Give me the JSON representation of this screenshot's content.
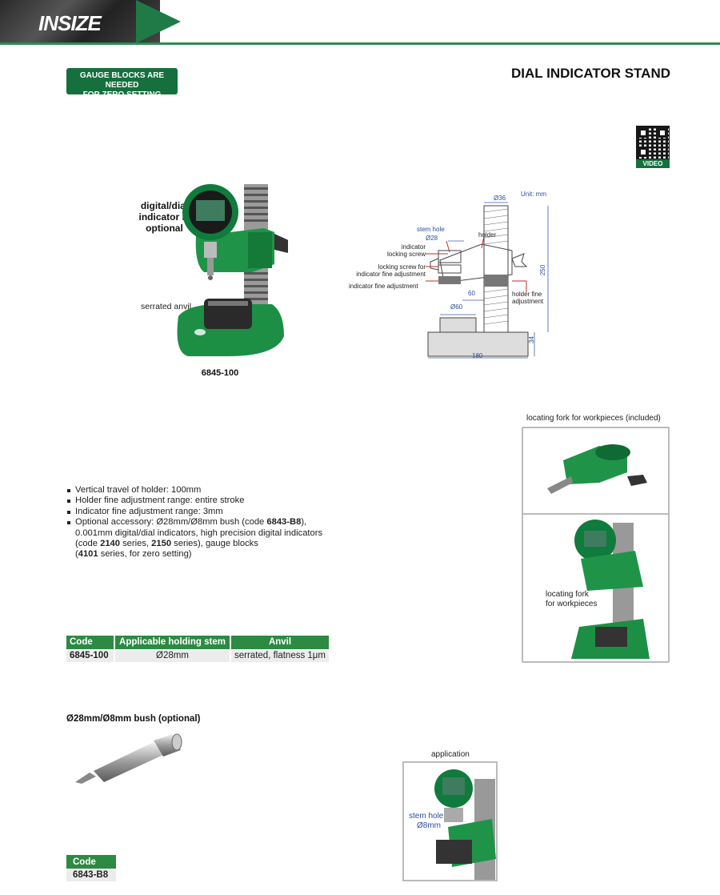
{
  "header": {
    "logo": "INSIZE"
  },
  "badge": {
    "line1": "GAUGE BLOCKS ARE NEEDED",
    "line2": "FOR ZERO SETTING"
  },
  "page_title": "DIAL INDICATOR STAND",
  "qr": {
    "video_label": "VIDEO"
  },
  "product": {
    "optional_note_line1": "digital/dial",
    "optional_note_line2": "indicator is",
    "optional_note_line3": "optional",
    "anvil_label": "serrated anvil",
    "model": "6845-100"
  },
  "drawing": {
    "unit": "Unit: mm",
    "dim_36": "Ø36",
    "stem_hole": "stem hole",
    "stem_dia": "Ø28",
    "holder": "holder",
    "indicator_locking_1": "indicator",
    "indicator_locking_2": "locking screw",
    "locking_fine_1": "locking screw for",
    "locking_fine_2": "indicator fine adjustment",
    "indicator_fine": "indicator fine adjustment",
    "dim_60": "60",
    "dim_d60": "Ø60",
    "holder_fine_1": "holder fine",
    "holder_fine_2": "adjustment",
    "dim_250": "250",
    "dim_34": "34",
    "dim_180": "180"
  },
  "fork": {
    "title": "locating fork for workpieces (included)",
    "label_line1": "locating fork",
    "label_line2": "for workpieces"
  },
  "features": [
    "Vertical travel of holder: 100mm",
    "Holder fine adjustment range: entire stroke",
    "Indicator fine adjustment range: 3mm"
  ],
  "accessory": {
    "part1": "Optional accessory: Ø28mm/Ø8mm bush (code ",
    "code_bush": "6843-B8",
    "part2": "),",
    "part3": "0.001mm digital/dial indicators, high precision digital indicators",
    "part4": "(code ",
    "code_2140": "2140",
    "part5": " series, ",
    "code_2150": "2150",
    "part6": " series), gauge blocks",
    "part7": "(",
    "code_4101": "4101",
    "part8": " series, for zero setting)"
  },
  "spec_table": {
    "headers": [
      "Code",
      "Applicable holding stem",
      "Anvil"
    ],
    "rows": [
      [
        "6845-100",
        "Ø28mm",
        "serrated, flatness 1μm"
      ]
    ]
  },
  "bush": {
    "title": "Ø28mm/Ø8mm bush (optional)"
  },
  "application": {
    "title": "application",
    "stem_hole": "stem hole",
    "stem_dia": "Ø8mm"
  },
  "bush_table": {
    "header": "Code",
    "value": "6843-B8"
  }
}
